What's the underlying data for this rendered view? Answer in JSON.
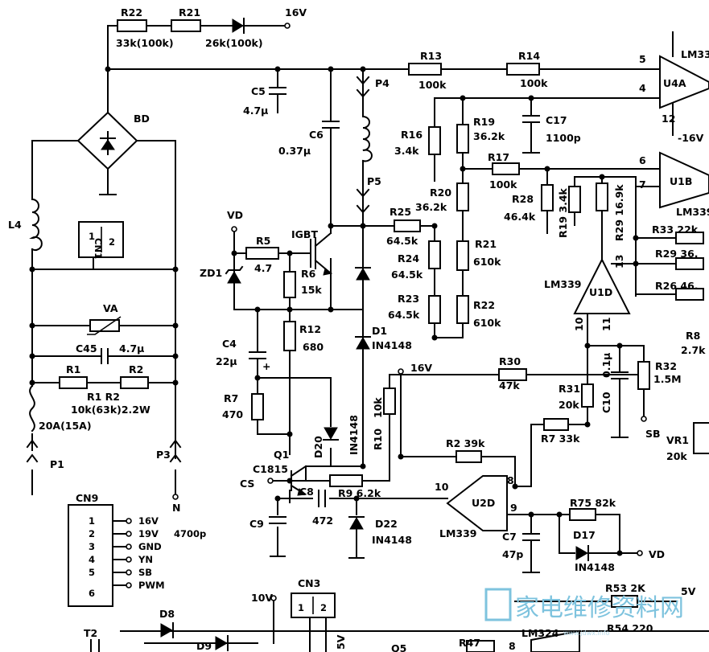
{
  "labels": {
    "r22": "R22",
    "r22v": "33k(100k)",
    "r21": "R21",
    "r21v": "26k(100k)",
    "v16top": "16V",
    "bd": "BD",
    "l4": "L4",
    "cn1": "CN1",
    "cn1p1": "1",
    "cn1p2": "2",
    "va": "VA",
    "c45": "C45",
    "c45v": "4.7μ",
    "r1": "R1",
    "r2": "R2",
    "r1r2": "R1  R2",
    "r1r2v": "10k(63k)2.2W",
    "fuse": "20A(15A)",
    "p1": "P1",
    "p3": "P3",
    "n": "N",
    "cn9": "CN9",
    "cn9_16v": "16V",
    "cn9_19v": "19V",
    "cn9_gnd": "GND",
    "cn9_yn": "YN",
    "cn9_sb": "SB",
    "cn9_pwm": "PWM",
    "cap4700": "4700p",
    "p1n": "1",
    "p2n": "2",
    "p3n": "3",
    "p4n": "4",
    "p5n": "5",
    "p6n": "6",
    "c5": "C5",
    "c5v": "4.7μ",
    "c6": "C6",
    "c6v": "0.37μ",
    "vd": "VD",
    "zd1": "ZD1",
    "r5": "R5",
    "r5v": "4.7",
    "igbt": "IGBT",
    "r6": "R6",
    "r6v": "15k",
    "r12": "R12",
    "r12v": "680",
    "c4": "C4",
    "c4v": "22μ",
    "plus": "+",
    "r7": "R7",
    "r7v": "470",
    "q1": "Q1",
    "q1v": "C1815",
    "cs": "CS",
    "d20": "D20",
    "in4148v": "IN4148",
    "r10": "R10",
    "r10v": "10k",
    "d1": "D1",
    "d1v": "IN4148",
    "p4": "P4",
    "p5": "P5",
    "r13": "R13",
    "r13v": "100k",
    "r14": "R14",
    "r14v": "100k",
    "r16": "R16",
    "r16v": "3.4k",
    "r19": "R19",
    "r19v": "36.2k",
    "c17": "C17",
    "c17v": "1100p",
    "r17": "R17",
    "r17v": "100k",
    "r20": "R20",
    "r20v": "36.2k",
    "r28": "R28",
    "r28v": "46.4k",
    "r19b": "R19 3.4k",
    "r29a": "R29 16.9k",
    "r25": "R25",
    "r25v": "64.5k",
    "r24": "R24",
    "r24v": "64.5k",
    "r23": "R23",
    "r23v": "64.5k",
    "r21b": "R21",
    "r21bv": "610k",
    "r22b": "R22",
    "r22bv": "610k",
    "u4a": "U4A",
    "lm33": "LM33",
    "pin5": "5",
    "pin4": "4",
    "pin12": "12",
    "m16v": "-16V",
    "u1b": "U1B",
    "lm339a": "LM339",
    "pin6": "6",
    "pin7": "7",
    "r33": "R33 22k",
    "r29": "R29 36.",
    "r26": "R26 46.",
    "u1d": "U1D",
    "lm339b": "LM339",
    "pin13": "13",
    "pin10": "10",
    "pin11": "11",
    "r8": "R8",
    "r8v": "2.7k",
    "v16mid": "16V",
    "r30": "R30",
    "r30v": "47k",
    "r31": "R31",
    "r31v": "20k",
    "c10": "C10",
    "c10v": "0.1μ",
    "r32": "R32",
    "r32v": "1.5M",
    "sb": "SB",
    "vr1": "VR1",
    "vr1v": "20k",
    "r2b": "R2 39k",
    "r7b": "R7 33k",
    "c8": "C8",
    "c8v": "472",
    "r9": "R9 6.2k",
    "u2d": "U2D",
    "lm339c": "LM339",
    "pin8": "8",
    "pin9": "9",
    "pin10b": "10",
    "c9": "C9",
    "d22": "D22",
    "d22v": "IN4148",
    "r75": "R75 82k",
    "c7": "C7",
    "c7v": "47p",
    "d17": "D17",
    "d17v": "IN4148",
    "vd2": "VD",
    "r53": "R53 2K",
    "v5r": "5V",
    "cn3": "CN3",
    "v10": "10V",
    "v5c": "5V",
    "q5": "Q5",
    "r47": "R47",
    "t2": "T2",
    "d8": "D8",
    "d9": "D9",
    "lm324": "LM324",
    "pin8b": "8",
    "r54": "R54 220",
    "watermark": "家电维修资料网",
    "watermark_url": "www.jdwx.info"
  }
}
